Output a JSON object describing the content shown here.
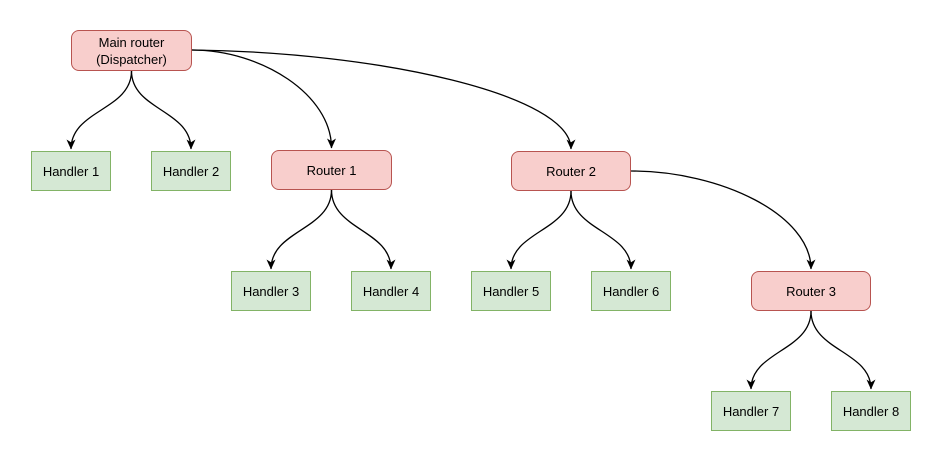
{
  "colors": {
    "background": "#ffffff",
    "router_fill": "#f8cecc",
    "router_border": "#b85450",
    "handler_fill": "#d5e8d4",
    "handler_border": "#82b366",
    "edge": "#000000",
    "text": "#000000"
  },
  "nodes": [
    {
      "id": "main-router",
      "label": "Main router\n(Dispatcher)",
      "kind": "router"
    },
    {
      "id": "handler-1",
      "label": "Handler 1",
      "kind": "handler"
    },
    {
      "id": "handler-2",
      "label": "Handler 2",
      "kind": "handler"
    },
    {
      "id": "router-1",
      "label": "Router 1",
      "kind": "router"
    },
    {
      "id": "router-2",
      "label": "Router 2",
      "kind": "router"
    },
    {
      "id": "handler-3",
      "label": "Handler 3",
      "kind": "handler"
    },
    {
      "id": "handler-4",
      "label": "Handler 4",
      "kind": "handler"
    },
    {
      "id": "handler-5",
      "label": "Handler 5",
      "kind": "handler"
    },
    {
      "id": "handler-6",
      "label": "Handler 6",
      "kind": "handler"
    },
    {
      "id": "router-3",
      "label": "Router 3",
      "kind": "router"
    },
    {
      "id": "handler-7",
      "label": "Handler 7",
      "kind": "handler"
    },
    {
      "id": "handler-8",
      "label": "Handler 8",
      "kind": "handler"
    }
  ],
  "edges": [
    {
      "from": "main-router",
      "to": "handler-1"
    },
    {
      "from": "main-router",
      "to": "handler-2"
    },
    {
      "from": "main-router",
      "to": "router-1"
    },
    {
      "from": "main-router",
      "to": "router-2"
    },
    {
      "from": "router-1",
      "to": "handler-3"
    },
    {
      "from": "router-1",
      "to": "handler-4"
    },
    {
      "from": "router-2",
      "to": "handler-5"
    },
    {
      "from": "router-2",
      "to": "handler-6"
    },
    {
      "from": "router-2",
      "to": "router-3"
    },
    {
      "from": "router-3",
      "to": "handler-7"
    },
    {
      "from": "router-3",
      "to": "handler-8"
    }
  ]
}
